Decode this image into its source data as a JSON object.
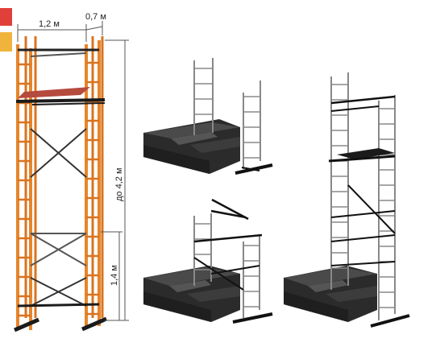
{
  "dimensions": {
    "width_label": "1,2 м",
    "depth_label": "0,7 м",
    "max_height_label": "до 4,2 м",
    "min_height_label": "1,4 м"
  },
  "colors": {
    "frame_orange": "#e8852a",
    "rung_orange": "#d97420",
    "steel": "#6e6e6e",
    "dark": "#1b1b1b",
    "platform_red": "#b54a3e",
    "stair_dark": "#2b2b2b",
    "corner_red": "#e0403a",
    "corner_yellow": "#f0b43c"
  },
  "icons": [
    "orange-scaffold-tower",
    "stair-scaffold-low",
    "stair-scaffold-braced",
    "stair-scaffold-tall"
  ]
}
